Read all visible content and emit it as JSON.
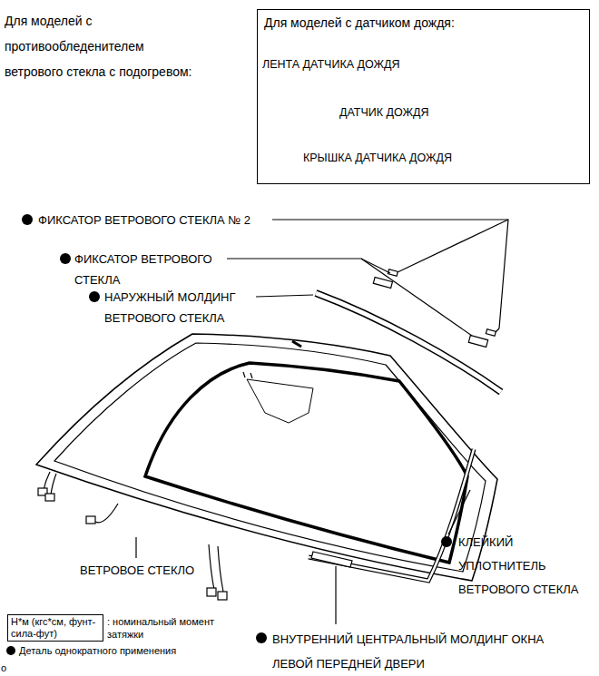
{
  "diagram": {
    "nodes": [
      {
        "text": [
          "Для моделей с датчиком дождя:",
          "ЛЕНТА ДАТЧИКА ДОЖДЯ",
          "ДАТЧИК ДОЖДЯ",
          "КРЫШКА ДАТЧИКА ДОЖДЯ"
        ]
      },
      {
        "text": [
          "Н*м (кгс*см, фунт-сила-фут)"
        ]
      }
    ],
    "labels": [
      "Для моделей с противообледенителем ветрового стекла с подогревом:",
      "ФИКСАТОР ВЕТРОВОГО СТЕКЛА № 2",
      "ФИКСАТОР ВЕТРОВОГО СТЕКЛА",
      "НАРУЖНЫЙ МОЛДИНГ ВЕТРОВОГО СТЕКЛА",
      "ВЕТРОВОЕ СТЕКЛО",
      "КЛЕЙКИЙ УПЛОТНИТЕЛЬ ВЕТРОВОГО СТЕКЛА",
      "ВНУТРЕННИЙ ЦЕНТРАЛЬНЫЙ МОЛДИНГ ОКНА ЛЕВОЙ ПЕРЕДНЕЙ ДВЕРИ",
      ": номинальный момент затяжки",
      "o"
    ],
    "legend": [
      {
        "text": "Деталь однократного применения"
      }
    ]
  }
}
